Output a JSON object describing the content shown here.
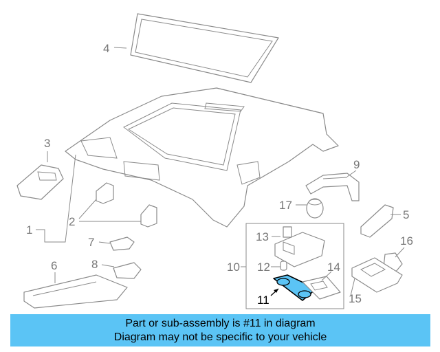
{
  "callouts": [
    {
      "id": "4",
      "label": "4"
    },
    {
      "id": "3",
      "label": "3"
    },
    {
      "id": "9",
      "label": "9"
    },
    {
      "id": "1",
      "label": "1"
    },
    {
      "id": "2",
      "label": "2"
    },
    {
      "id": "17",
      "label": "17"
    },
    {
      "id": "5",
      "label": "5"
    },
    {
      "id": "13",
      "label": "13"
    },
    {
      "id": "7",
      "label": "7"
    },
    {
      "id": "16",
      "label": "16"
    },
    {
      "id": "10",
      "label": "10"
    },
    {
      "id": "12",
      "label": "12"
    },
    {
      "id": "6",
      "label": "6"
    },
    {
      "id": "8",
      "label": "8"
    },
    {
      "id": "14",
      "label": "14"
    },
    {
      "id": "11",
      "label": "11",
      "highlighted": true
    },
    {
      "id": "15",
      "label": "15"
    }
  ],
  "highlight_color": "#5bc4f5",
  "line_color": "#8a8a8a",
  "banner": {
    "line1": "Part or sub-assembly is #11 in diagram",
    "line2": "Diagram may not be specific to your vehicle"
  }
}
